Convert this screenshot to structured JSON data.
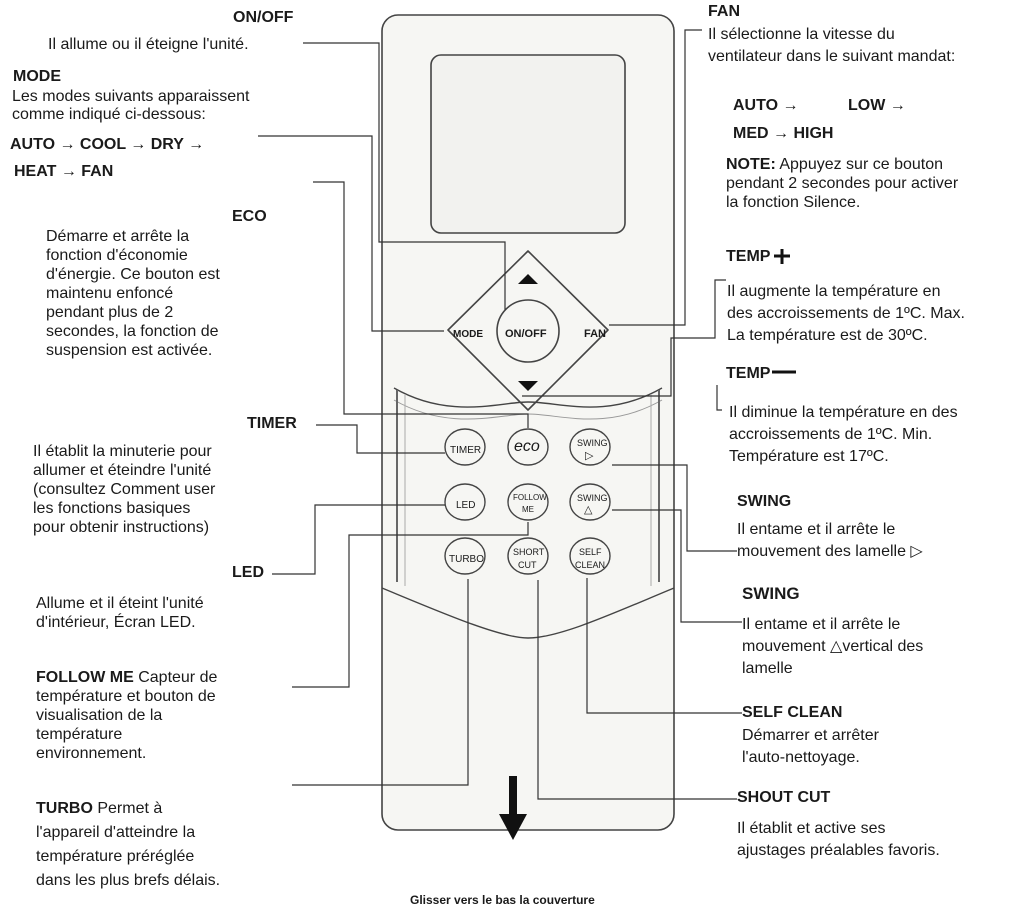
{
  "left": {
    "onoff": {
      "title": "ON/OFF",
      "desc": "Il allume ou il éteigne l'unité."
    },
    "mode": {
      "title": "MODE",
      "desc1": "Les modes suivants apparaissent",
      "desc2": "comme indiqué ci-dessous:",
      "seq1": "AUTO → COOL → DRY →",
      "seq2": "HEAT → FAN"
    },
    "eco": {
      "title": "ECO",
      "lines": [
        "Démarre et arrête la",
        "fonction d'économie",
        "d'énergie. Ce bouton est",
        "maintenu enfoncé",
        "pendant plus de 2",
        "secondes, la fonction de",
        "suspension est activée."
      ]
    },
    "timer": {
      "title": "TIMER",
      "lines": [
        "Il établit la minuterie pour",
        "allumer et éteindre l'unité",
        "(consultez Comment user",
        "les fonctions basiques",
        "pour obtenir instructions)"
      ]
    },
    "led": {
      "title": "LED",
      "lines": [
        "Allume et il éteint l'unité",
        "d'intérieur, Écran LED."
      ]
    },
    "follow": {
      "title": "FOLLOW ME",
      "first": " Capteur de",
      "lines": [
        "température et bouton de",
        "visualisation de la",
        "température",
        "environnement."
      ]
    },
    "turbo": {
      "title": "TURBO",
      "first": " Permet à",
      "lines": [
        "l'appareil d'atteindre la",
        "température préréglée",
        "dans les plus brefs délais."
      ]
    }
  },
  "right": {
    "fan": {
      "title": "FAN",
      "lines": [
        "Il sélectionne la vitesse du",
        "ventilateur dans le suivant mandat:"
      ],
      "seq1a": "AUTO →",
      "seq1b": "LOW →",
      "seq2": "MED → HIGH",
      "note_label": "NOTE:",
      "note_first": "  Appuyez sur ce bouton",
      "note_lines": [
        "pendant 2 secondes pour activer",
        "la fonction Silence."
      ]
    },
    "temp_up": {
      "title": "TEMP",
      "symbol": "+",
      "lines": [
        " Il augmente la température en",
        "des accroissements de 1ºC. Max.",
        "La température est de 30ºC."
      ]
    },
    "temp_down": {
      "title": "TEMP",
      "symbol": "—",
      "lines": [
        "Il diminue la température en des",
        "accroissements de 1ºC. Min.",
        "Température est 17ºC."
      ]
    },
    "swing1": {
      "title": "SWING",
      "lines": [
        "Il entame et il arrête le",
        "mouvement des lamelle"
      ],
      "glyph": "▷"
    },
    "swing2": {
      "title": "SWING",
      "lines": [
        "Il entame et il arrête le",
        "mouvement",
        "vertical des",
        "lamelle"
      ],
      "glyph": "△"
    },
    "selfclean": {
      "title": "SELF CLEAN",
      "lines": [
        "Démarrer et arrêter",
        "l'auto-nettoyage."
      ]
    },
    "shortcut": {
      "title": "SHOUT CUT",
      "lines": [
        "Il établit et active ses",
        "ajustages préalables favoris."
      ]
    }
  },
  "remote": {
    "buttons": {
      "mode": "MODE",
      "onoff": "ON/OFF",
      "fan": "FAN",
      "timer": "TIMER",
      "eco": "eco",
      "swing1a": "SWING",
      "led": "LED",
      "follow_a": "FOLLOW",
      "follow_b": "ME",
      "swing2a": "SWING",
      "turbo": "TURBO",
      "short_a": "SHORT",
      "short_b": "CUT",
      "self_a": "SELF",
      "self_b": "CLEAN"
    }
  },
  "footer": {
    "caption": "Glisser vers le bas la couverture"
  },
  "colors": {
    "line": "#333333",
    "remote_fill": "#f6f6f3",
    "remote_stroke": "#444444"
  }
}
